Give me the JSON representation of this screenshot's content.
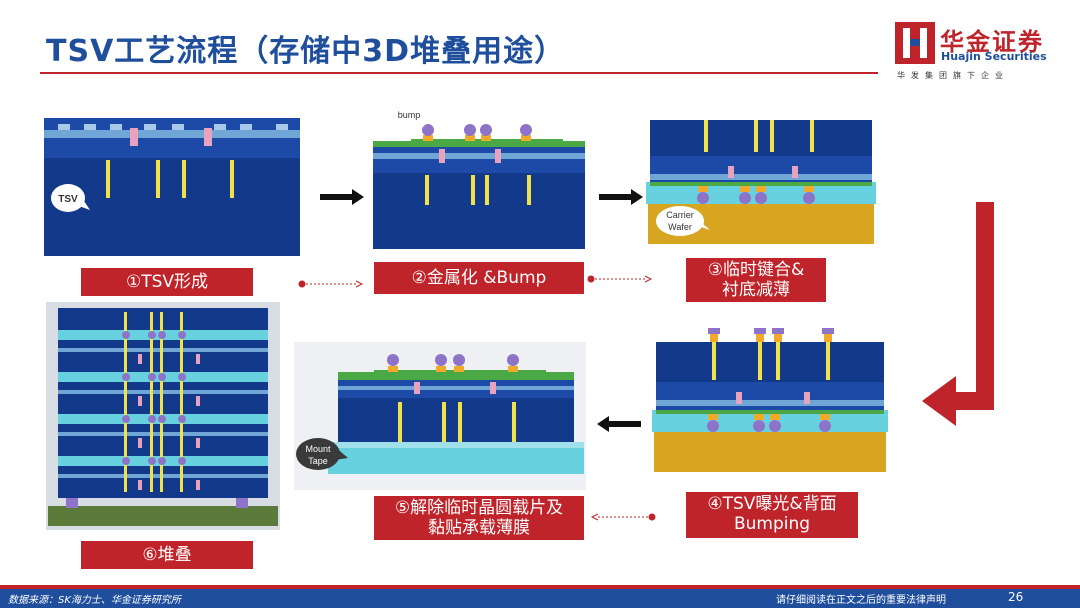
{
  "header": {
    "title": "TSV工艺流程（存储中3D堆叠用途）",
    "brand_cn": "华金证券",
    "brand_en": "Huajin Securities",
    "brand_sub": "华发集团旗下企业"
  },
  "steps": [
    {
      "label": "①TSV形成"
    },
    {
      "label": "②金属化 &Bump"
    },
    {
      "label_lines": [
        "③临时键合&",
        "衬底减薄"
      ]
    },
    {
      "label_lines": [
        "④TSV曝光&背面",
        "Bumping"
      ]
    },
    {
      "label_lines": [
        "⑤解除临时晶圆载片及",
        "黏贴承载薄膜"
      ]
    },
    {
      "label": "⑥堆叠"
    }
  ],
  "callouts": {
    "tsv": "TSV",
    "bump": "bump",
    "carrier": [
      "Carrier",
      "Wafer"
    ],
    "mount": [
      "Mount",
      "Tape"
    ]
  },
  "footer": {
    "source": "数据来源：SK海力士、华金证券研究所",
    "disclaimer": "请仔细阅读在正文之后的重要法律声明",
    "page": "26"
  },
  "colors": {
    "brand_blue": "#1f4e9c",
    "brand_red": "#c0242b",
    "wafer_blue": "#13398a",
    "cyan": "#67d1e0",
    "gold": "#d7a520",
    "tsv_yellow": "#f1e24a",
    "bump_purple": "#8d74c8",
    "pink": "#e9a2bd",
    "green": "#4aa845"
  }
}
